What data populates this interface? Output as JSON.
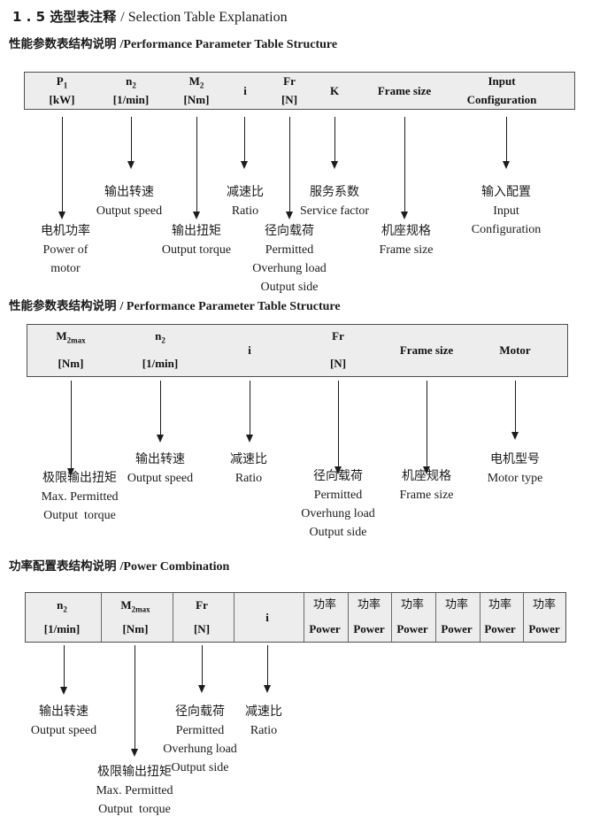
{
  "page_title": {
    "zh": "1 . 5 选型表注释",
    "en": "/ Selection Table Explanation"
  },
  "colors": {
    "table_fill": "#ededed",
    "table_border": "#4f4f4f",
    "text": "#1a1a1a"
  },
  "sections": [
    {
      "heading": {
        "zh": "性能参数表结构说明",
        "en": "/Performance Parameter Table Structure"
      },
      "columns": [
        {
          "base": "P",
          "sub": "1",
          "unit": "[kW]"
        },
        {
          "base": "n",
          "sub": "2",
          "unit": "[1/min]"
        },
        {
          "base": "M",
          "sub": "2",
          "unit": "[Nm]"
        },
        {
          "base": "i"
        },
        {
          "base": "Fr",
          "unit": "[N]"
        },
        {
          "base": "K"
        },
        {
          "base": "Frame size"
        },
        {
          "base": "Input",
          "unit": "Configuration"
        }
      ],
      "labels": [
        {
          "text": "输出转速\nOutput speed"
        },
        {
          "text": "减速比\nRatio"
        },
        {
          "text": "服务系数\nService factor"
        },
        {
          "text": "输入配置\nInput\nConfiguration"
        },
        {
          "text": "电机功率\nPower of\nmotor"
        },
        {
          "text": "输出扭矩\nOutput torque"
        },
        {
          "text": "径向载荷\nPermitted\nOverhung load\nOutput side"
        },
        {
          "text": "机座规格\nFrame size"
        }
      ]
    },
    {
      "heading": {
        "zh": "性能参数表结构说明",
        "en": "/ Performance Parameter Table Structure"
      },
      "columns": [
        {
          "base": "M",
          "sub": "2max",
          "unit": "[Nm]"
        },
        {
          "base": "n",
          "sub": "2",
          "unit": "[1/min]"
        },
        {
          "base": "i"
        },
        {
          "base": "Fr",
          "unit": "[N]"
        },
        {
          "base": "Frame size"
        },
        {
          "base": "Motor"
        }
      ],
      "labels": [
        {
          "text": "输出转速\nOutput speed"
        },
        {
          "text": "减速比\nRatio"
        },
        {
          "text": "电机型号\nMotor type"
        },
        {
          "text": "极限输出扭矩\nMax. Permitted\nOutput  torque"
        },
        {
          "text": "径向载荷\nPermitted\nOverhung load\nOutput side"
        },
        {
          "text": "机座规格\nFrame size"
        }
      ]
    },
    {
      "heading": {
        "zh": "功率配置表结构说明",
        "en": "/Power Combination"
      },
      "columns": [
        {
          "base": "n",
          "sub": "2",
          "unit": "[1/min]"
        },
        {
          "base": "M",
          "sub": "2max",
          "unit": "[Nm]"
        },
        {
          "base": "Fr",
          "unit": "[N]"
        },
        {
          "base": "i"
        },
        {
          "base": "功率",
          "unit": "Power"
        },
        {
          "base": "功率",
          "unit": "Power"
        },
        {
          "base": "功率",
          "unit": "Power"
        },
        {
          "base": "功率",
          "unit": "Power"
        },
        {
          "base": "功率",
          "unit": "Power"
        },
        {
          "base": "功率",
          "unit": "Power"
        }
      ],
      "labels": [
        {
          "text": "输出转速\nOutput speed"
        },
        {
          "text": "径向载荷\nPermitted\nOverhung load\nOutput side"
        },
        {
          "text": "减速比\nRatio"
        },
        {
          "text": "极限输出扭矩\nMax. Permitted\nOutput  torque"
        }
      ]
    }
  ]
}
